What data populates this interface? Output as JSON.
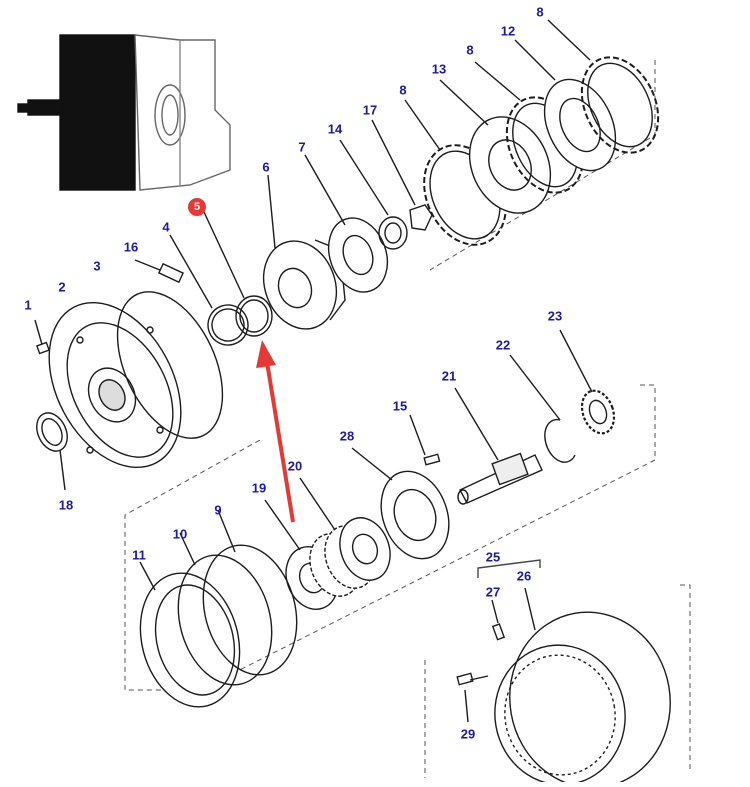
{
  "colors": {
    "label": "#1a1aa6",
    "arrow": "#e53935",
    "line": "#1c1c1c",
    "frame": "#555555"
  },
  "badge": {
    "text": "5"
  },
  "labels": {
    "p1": "1",
    "p2": "2",
    "p3": "3",
    "p4": "4",
    "p6": "6",
    "p7": "7",
    "p8a": "8",
    "p8b": "8",
    "p8c": "8",
    "p9": "9",
    "p10": "10",
    "p11": "11",
    "p12": "12",
    "p13": "13",
    "p14": "14",
    "p15": "15",
    "p16": "16",
    "p17": "17",
    "p18": "18",
    "p19": "19",
    "p20": "20",
    "p21": "21",
    "p22": "22",
    "p23": "23",
    "p25": "25",
    "p26": "26",
    "p27": "27",
    "p28": "28",
    "p29": "29"
  }
}
